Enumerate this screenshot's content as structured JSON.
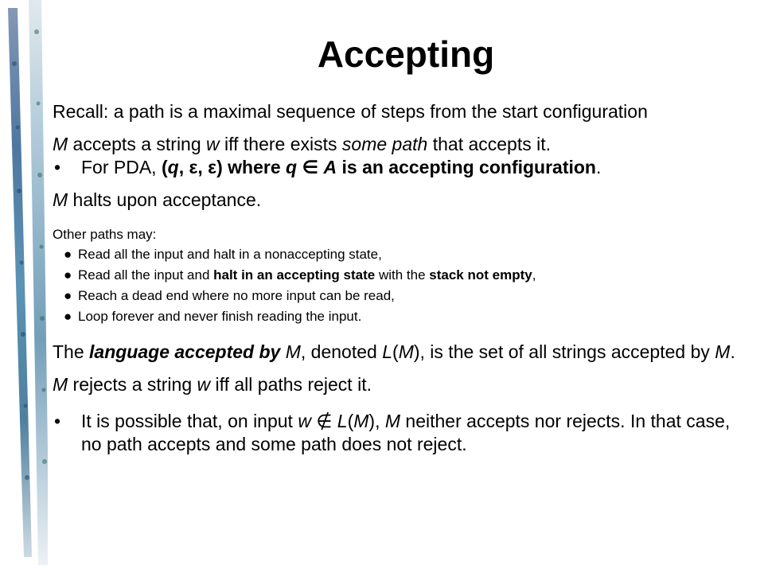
{
  "slide": {
    "title": "Accepting",
    "recall": "Recall: a path is a maximal sequence of steps from the start configuration",
    "accepts": {
      "m": "M",
      "t1": " accepts a string ",
      "w": "w",
      "t2": " iff there exists ",
      "some_path": "some path",
      "t3": " that accepts it."
    },
    "pda_bullet": {
      "bullet": "•",
      "t1": "For PDA, ",
      "bold1": "(",
      "q": "q",
      "bold2": ", ε, ε) where ",
      "q2": "q",
      "bold3": " ∈ ",
      "a": "A",
      "bold4": " is an accepting configuration",
      "t2": "."
    },
    "halts": {
      "m": "M",
      "t": " halts upon acceptance."
    },
    "other_paths": {
      "heading": "Other paths may:",
      "items": [
        {
          "pre": "Read all the input and halt in a nonaccepting state,",
          "bold": "",
          "mid": "",
          "bold2": "",
          "post": ""
        },
        {
          "pre": "Read all the input and ",
          "bold": "halt in an accepting state",
          "mid": " with the ",
          "bold2": "stack not empty",
          "post": ","
        },
        {
          "pre": "Reach a dead end where no more input can be read,",
          "bold": "",
          "mid": "",
          "bold2": "",
          "post": ""
        },
        {
          "pre": "Loop forever and never finish reading the input.",
          "bold": "",
          "mid": "",
          "bold2": "",
          "post": ""
        }
      ],
      "dot": "●"
    },
    "language": {
      "t1": "The ",
      "bi": "language accepted by",
      "t2": " ",
      "m": "M",
      "t3": ", denoted ",
      "l": "L",
      "t4": "(",
      "m2": "M",
      "t5": "), is the set of all strings accepted by ",
      "m3": "M",
      "t6": "."
    },
    "rejects": {
      "m": "M",
      "t1": " rejects a string ",
      "w": "w",
      "t2": " iff all paths reject it."
    },
    "possible_bullet": {
      "bullet": "•",
      "t1": "It is possible that, on input ",
      "w": "w",
      "t2": " ∉ ",
      "l": "L",
      "t3": "(",
      "m": "M",
      "t4": "), ",
      "m2": "M",
      "t5": " neither accepts nor rejects. In that case, no path accepts and some path does not reject."
    }
  }
}
